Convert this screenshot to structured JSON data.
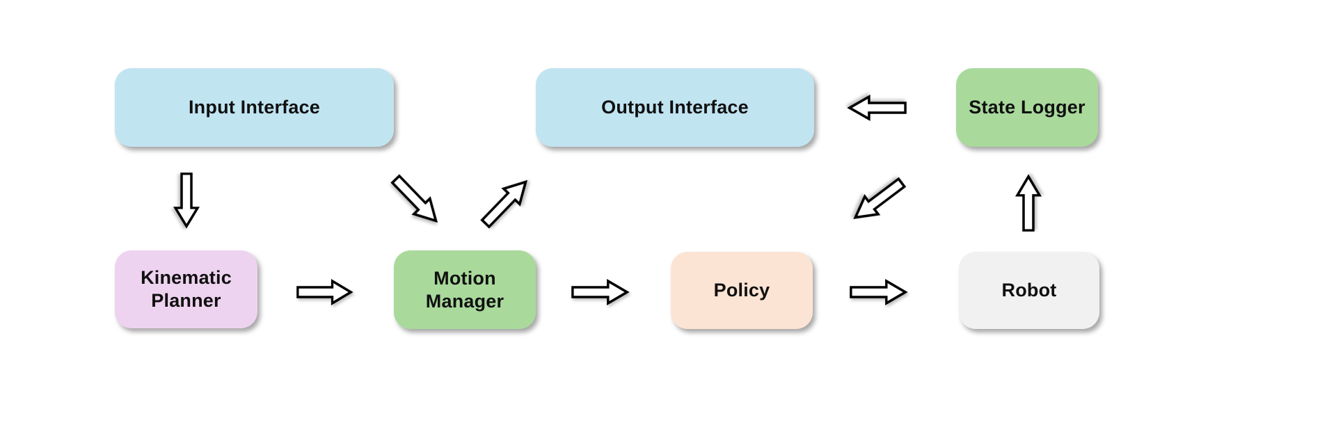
{
  "diagram": {
    "background_color": "#ffffff",
    "arrow_fill": "#ffffff",
    "arrow_outline": "#000000",
    "nodes": {
      "input_interface": {
        "label": "Input Interface",
        "color": "#c1e4f1"
      },
      "output_interface": {
        "label": "Output Interface",
        "color": "#c1e4f1"
      },
      "state_logger": {
        "label": "State Logger",
        "color": "#a9da9c"
      },
      "kinematic_planner": {
        "label": "Kinematic\nPlanner",
        "color": "#eed3f0"
      },
      "motion_manager": {
        "label": "Motion\nManager",
        "color": "#a9da9c"
      },
      "policy": {
        "label": "Policy",
        "color": "#fce4d4"
      },
      "robot": {
        "label": "Robot",
        "color": "#f1f1f1"
      }
    },
    "connections": [
      {
        "from": "Input Interface",
        "to": "Kinematic Planner",
        "direction": "down"
      },
      {
        "from": "Kinematic Planner",
        "to": "Motion Manager",
        "direction": "right"
      },
      {
        "from": "Input Interface",
        "to": "Motion Manager",
        "direction": "down-right"
      },
      {
        "from": "Motion Manager",
        "to": "Output Interface",
        "direction": "up-right"
      },
      {
        "from": "Motion Manager",
        "to": "Policy",
        "direction": "right"
      },
      {
        "from": "Policy",
        "to": "Robot",
        "direction": "right"
      },
      {
        "from": "Robot",
        "to": "State Logger",
        "direction": "up"
      },
      {
        "from": "State Logger",
        "to": "Output Interface",
        "direction": "left"
      },
      {
        "from": "State Logger",
        "to": "Policy",
        "direction": "down-left"
      }
    ]
  }
}
